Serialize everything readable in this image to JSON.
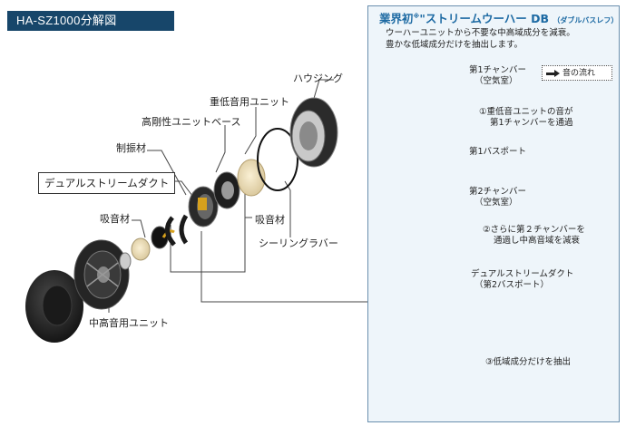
{
  "header": {
    "model_title": "HA-SZ1000分解図"
  },
  "exploded": {
    "housing": "ハウジング",
    "bass_unit": "重低音用ユニット",
    "rigid_base": "高剛性ユニットベース",
    "damping": "制振材",
    "dual_duct": "デュアルストリームダクト",
    "absorber_left": "吸音材",
    "absorber_right": "吸音材",
    "sealing_rubber": "シーリングラバー",
    "mid_high_unit": "中高音用ユニット"
  },
  "panel": {
    "title_main": "業界初",
    "title_mark": "※",
    "title_rest": "\"ストリームウーハー DB",
    "title_sub": "（ダブルバスレフ）",
    "desc_line1": "ウーハーユニットから不要な中高域成分を減衰。",
    "desc_line2": "豊かな低域成分だけを抽出します。",
    "legend": "音の流れ",
    "chamber1_l1": "第1チャンバー",
    "chamber1_l2": "（空気室）",
    "step1_l1": "①重低音ユニットの音が",
    "step1_l2": "第1チャンバーを通過",
    "port1": "第1バスポート",
    "chamber2_l1": "第2チャンバー",
    "chamber2_l2": "（空気室）",
    "step2_l1": "②さらに第２チャンバーを",
    "step2_l2": "通過し中高音域を減衰",
    "duct_l1": "デュアルストリームダクト",
    "duct_l2": "（第2バスポート）",
    "step3": "③低域成分だけを抽出"
  },
  "colors": {
    "badge": "#17466a",
    "title": "#1d6aa3",
    "arrow": "#e8b400",
    "flow": "#d32a1e",
    "chamber2": "#5fc08a"
  }
}
